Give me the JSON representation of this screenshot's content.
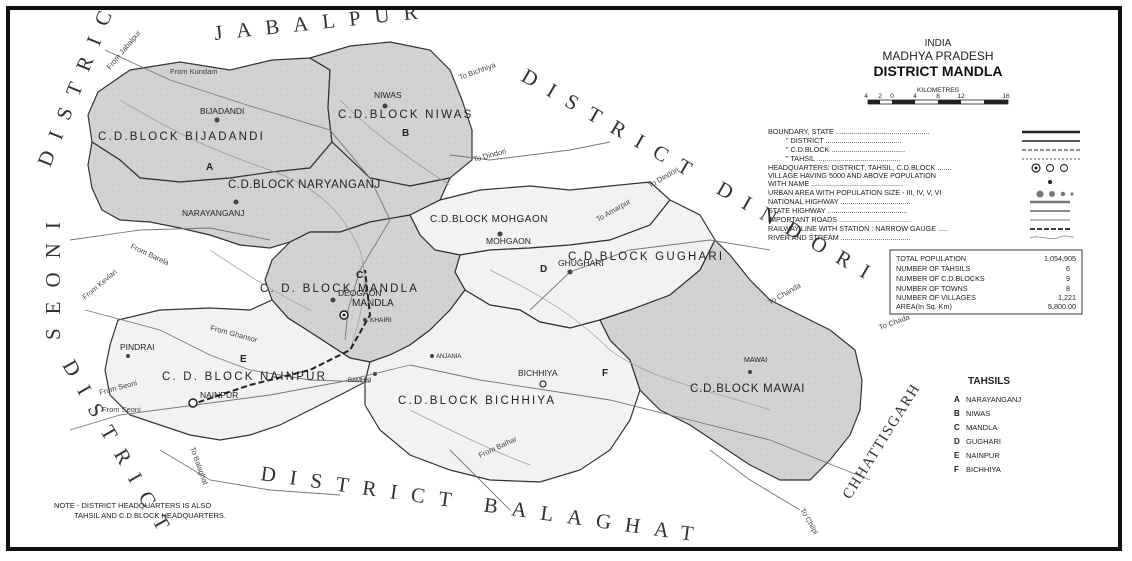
{
  "title": {
    "country": "INDIA",
    "state": "MADHYA PRADESH",
    "district": "DISTRICT MANDLA"
  },
  "scale": {
    "label": "KILOMETRES",
    "ticks": [
      "4",
      "2",
      "0",
      "4",
      "8",
      "12",
      "16"
    ]
  },
  "surroundings": {
    "north": "JABALPUR",
    "east": "DISTRICT DINDORI",
    "south": "DISTRICT BALAGHAT",
    "west_a": "DISTRICT",
    "west_b": "SEONI",
    "west_c": "DISTRICT",
    "southeast": "CHHATTISGARH"
  },
  "blocks": {
    "bijadandi": "C.D.BLOCK BIJADANDI",
    "niwas": "C.D.BLOCK NIWAS",
    "narayanganj": "C.D.BLOCK NARYANGANJ",
    "mohgaon": "C.D.BLOCK MOHGAON",
    "ghughari": "C.D.BLOCK GUGHARI",
    "mandla": "C. D. BLOCK MANDLA",
    "nainpur": "C. D. BLOCK NAINPUR",
    "bichhiya": "C.D.BLOCK BICHHIYA",
    "mawai": "C.D.BLOCK MAWAI"
  },
  "towns": {
    "bijadandi": "BIJADANDI",
    "niwas": "NIWAS",
    "narayanganj": "NARAYANGANJ",
    "mohgaon": "MOHGAON",
    "ghughari": "GHUGHARI",
    "mandla": "MANDLA",
    "deogaon": "DEOGAON",
    "khairi": "KHAIRI",
    "pindrai": "PINDRAI",
    "nainpur": "NAINPUR",
    "bichhiya": "BICHHIYA",
    "mawai": "MAWAI",
    "bamhni": "BAMHNI",
    "anjania": "ANJANIA"
  },
  "block_letters": {
    "a": "A",
    "b": "B",
    "c": "C",
    "d": "D",
    "e": "E",
    "f": "F"
  },
  "from_labels": {
    "kundam": "From Kundam",
    "jabalpur": "From Jabalpur",
    "bichhiya_n": "To Bichhiya",
    "dindori1": "To Dindori",
    "dindori2": "To Dindori",
    "amarpur": "To Amarpur",
    "chanda": "To Chanda",
    "chanda2": "To Chada",
    "seoni1": "From Seoni",
    "seoni2": "From Seoni",
    "ghansor": "From Ghansor",
    "balaghat": "To Balaghat",
    "baihar": "From Baihar",
    "chilpi": "To Chilpi",
    "kevlari": "From Kevlari",
    "barela": "From Barela"
  },
  "note": {
    "line1": "NOTE -  DISTRICT HEADQUARTERS IS ALSO",
    "line2": "TAHSIL AND C.D.BLOCK HEADQUARTERS."
  },
  "legend": [
    "BOUNDARY, STATE ...............................................",
    "\"          DISTRICT ......................................",
    "\"          C.D.BLOCK .....................................",
    "\"          TAHSIL ..........................................",
    "HEADQUARTERS: DISTRICT, TAHSIL, C.D.BLOCK .......",
    "VILLAGE HAVING 5000 AND ABOVE POPULATION",
    "WITH NAME ..............................................",
    "URBAN AREA WITH POPULATION SIZE -  III, IV, V, VI",
    "NATIONAL HIGHWAY ...................................",
    "STATE HIGHWAY ........................................",
    "IMPORTANT ROADS ....................................",
    "RAILWAY LINE WITH STATION : NARROW GAUGE .....",
    "RIVER AND STREAM ..................................."
  ],
  "stats": [
    {
      "label": "TOTAL POPULATION",
      "value": "1,054,905"
    },
    {
      "label": "NUMBER OF TAHSILS",
      "value": "6"
    },
    {
      "label": "NUMBER  OF C.D.BLOCKS",
      "value": "9"
    },
    {
      "label": "NUMBER  OF TOWNS",
      "value": "8"
    },
    {
      "label": "NUMBER OF VILLAGES",
      "value": "1,221"
    },
    {
      "label": "AREA(In Sq. Km)",
      "value": "5,800.00"
    }
  ],
  "tahsils": {
    "title": "TAHSILS",
    "items": [
      {
        "letter": "A",
        "name": "NARAYANGANJ"
      },
      {
        "letter": "B",
        "name": "NIWAS"
      },
      {
        "letter": "C",
        "name": "MANDLA"
      },
      {
        "letter": "D",
        "name": "GUGHARI"
      },
      {
        "letter": "E",
        "name": "NAINPUR"
      },
      {
        "letter": "F",
        "name": "BICHHIYA"
      }
    ]
  },
  "colors": {
    "shaded": "#d6d6d6",
    "unshaded": "#f4f4f4",
    "line": "#333333",
    "road": "#777777"
  }
}
